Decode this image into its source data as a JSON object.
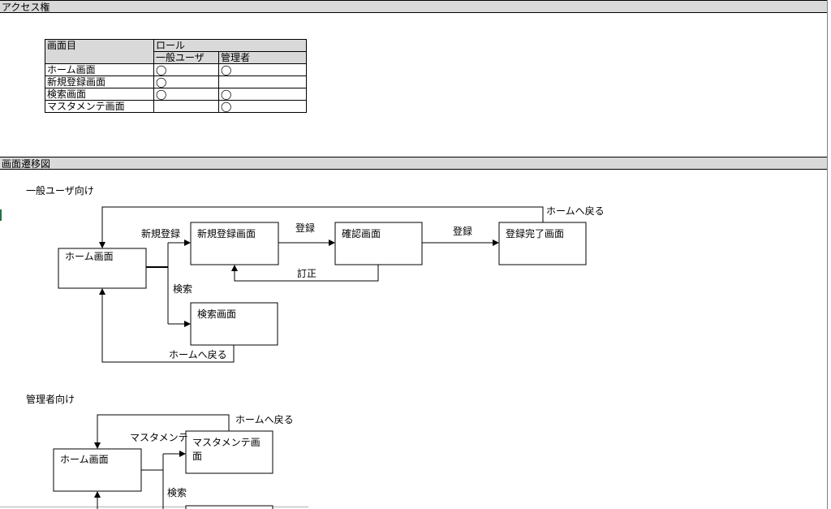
{
  "sections": {
    "access": "アクセス権",
    "transition": "画面遷移図"
  },
  "access_table": {
    "screen_header": "画面目",
    "role_header": "ロール",
    "roles": [
      "一般ユーザ",
      "管理者"
    ],
    "rows": [
      {
        "screen": "ホーム画面",
        "general": "◯",
        "admin": "◯"
      },
      {
        "screen": "新規登録画面",
        "general": "◯",
        "admin": ""
      },
      {
        "screen": "検索画面",
        "general": "◯",
        "admin": "◯"
      },
      {
        "screen": "マスタメンテ画面",
        "general": "",
        "admin": "◯"
      }
    ]
  },
  "general_flow": {
    "title": "一般ユーザ向け",
    "home": "ホーム画面",
    "register": "新規登録画面",
    "confirm": "確認画面",
    "complete": "登録完了画面",
    "search": "検索画面",
    "edge_register": "新規登録",
    "edge_submit1": "登録",
    "edge_submit2": "登録",
    "edge_correct": "訂正",
    "edge_search": "検索",
    "edge_back_top": "ホームへ戻る",
    "edge_back_bottom": "ホームへ戻る"
  },
  "admin_flow": {
    "title": "管理者向け",
    "home": "ホーム画面",
    "master": "マスタメンテ画面",
    "edge_master": "マスタメンテ",
    "edge_search": "検索",
    "edge_back": "ホームへ戻る"
  }
}
